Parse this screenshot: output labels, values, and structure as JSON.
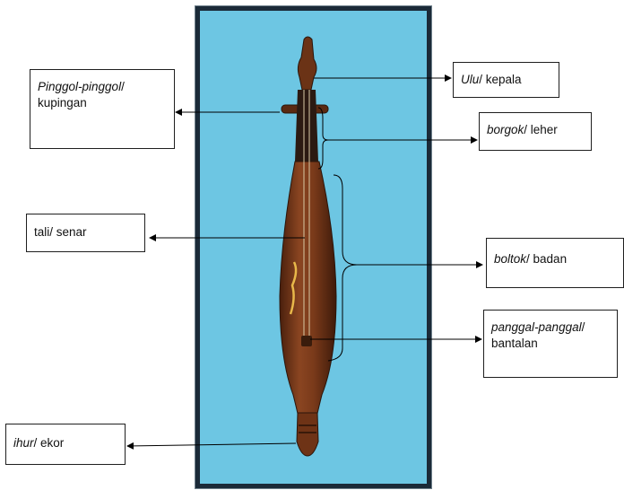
{
  "labels": {
    "pinggol": {
      "italic": "Pinggol-pinggol",
      "rest_line1": "/",
      "line2": "kupingan"
    },
    "ulu": {
      "italic": "Ulu",
      "rest": "/ kepala"
    },
    "borgok": {
      "italic": "borgok",
      "rest": "/ leher"
    },
    "tali": {
      "text": "tali/ senar"
    },
    "boltok": {
      "italic": "boltok",
      "rest": "/ badan"
    },
    "panggal": {
      "italic": "panggal-panggal",
      "rest_line1": "/",
      "line2": "bantalan"
    },
    "ihur": {
      "italic": "ihur",
      "rest": "/ ekor"
    }
  },
  "colors": {
    "background_panel": "#6dc6e3",
    "panel_border": "#1b2a38",
    "instrument_wood": "#7a3c1c",
    "instrument_dark": "#2b150b"
  }
}
